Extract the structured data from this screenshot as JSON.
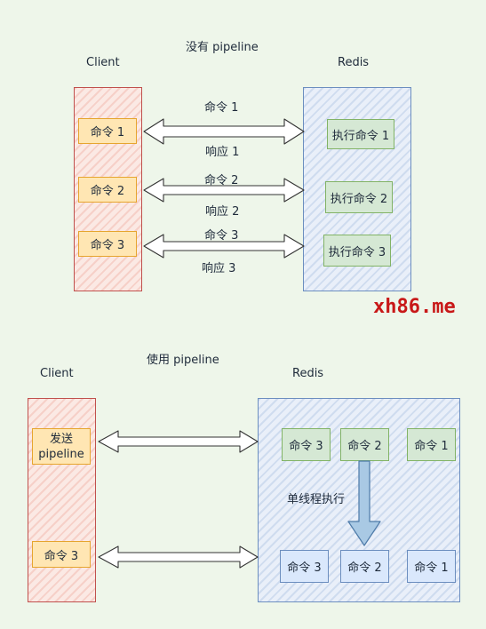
{
  "top": {
    "title": "没有 pipeline",
    "client_label": "Client",
    "redis_label": "Redis",
    "client_commands": [
      "命令 1",
      "命令 2",
      "命令 3"
    ],
    "request_labels": [
      "命令 1",
      "命令 2",
      "命令 3"
    ],
    "response_labels": [
      "响应 1",
      "响应 2",
      "响应 3"
    ],
    "redis_exec": [
      "执行命令 1",
      "执行命令 2",
      "执行命令 3"
    ]
  },
  "watermark": "xh86.me",
  "bottom": {
    "title": "使用 pipeline",
    "client_label": "Client",
    "redis_label": "Redis",
    "send_label_line1": "发送",
    "send_label_line2": "pipeline",
    "client_last_command": "命令 3",
    "queue_commands": [
      "命令 3",
      "命令 2",
      "命令 1"
    ],
    "exec_label": "单线程执行",
    "result_commands": [
      "命令 3",
      "命令 2",
      "命令 1"
    ]
  },
  "colors": {
    "background": "#eef6ea",
    "client_border": "#c0504d",
    "redis_border": "#6c8ebf",
    "command_fill": "#ffe6b3",
    "exec_fill": "#d5e8d4",
    "result_fill": "#dae8fc",
    "watermark": "#c81818"
  }
}
